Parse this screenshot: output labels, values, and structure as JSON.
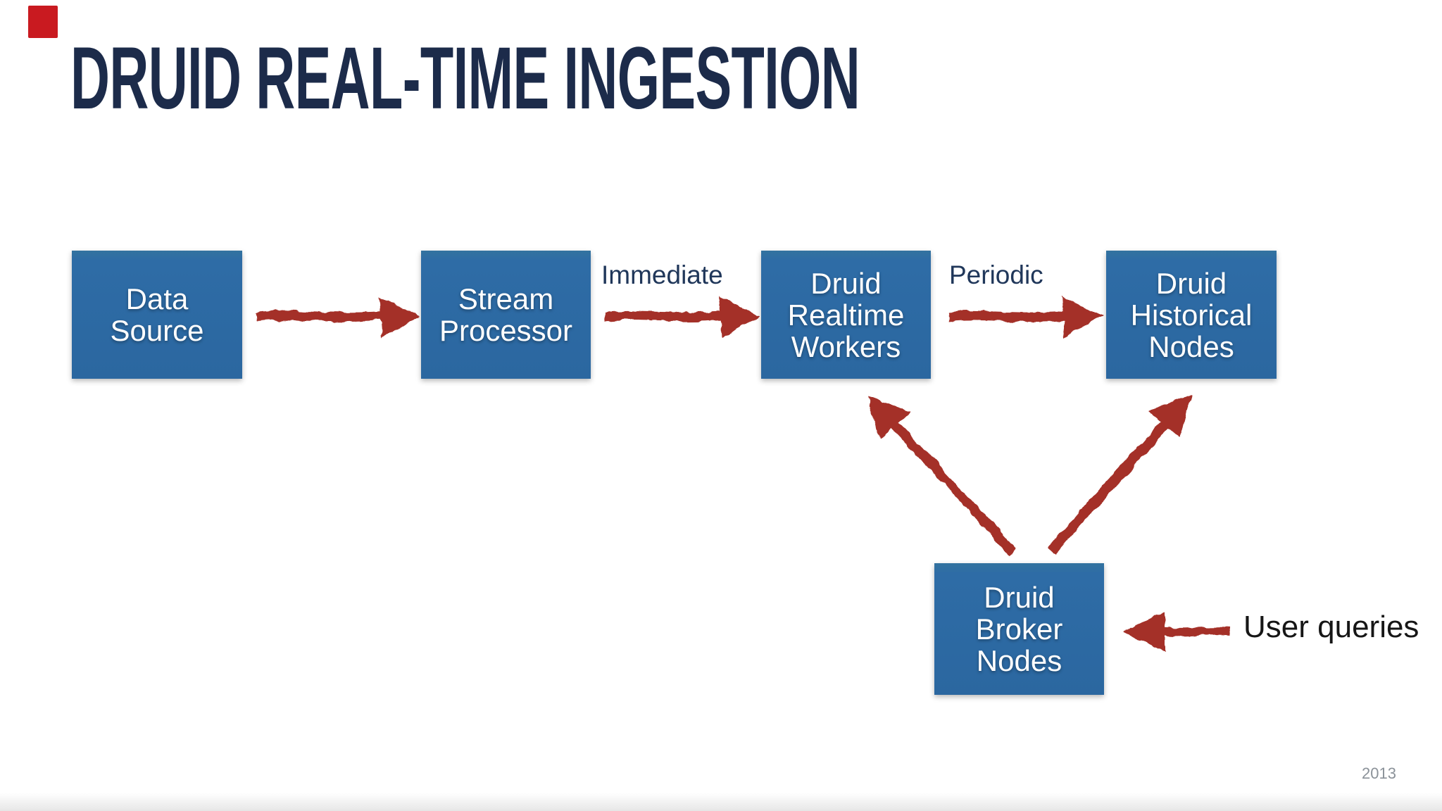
{
  "slide": {
    "title": "DRUID REAL-TIME INGESTION",
    "year": "2013",
    "palette": {
      "node_fill_blue": "#2d6ba4",
      "arrow_red": "#a22b24",
      "title_navy": "#1c2b4a",
      "edge_label_navy": "#20375a",
      "corner_mark_red": "#c91a20",
      "year_gray": "#8b9299",
      "node_text": "#ffffff",
      "background": "#ffffff"
    }
  },
  "diagram": {
    "nodes": [
      {
        "id": "data-source",
        "label": "Data\nSource"
      },
      {
        "id": "stream-processor",
        "label": "Stream\nProcessor"
      },
      {
        "id": "druid-realtime-workers",
        "label": "Druid\nRealtime\nWorkers"
      },
      {
        "id": "druid-historical-nodes",
        "label": "Druid\nHistorical\nNodes"
      },
      {
        "id": "druid-broker-nodes",
        "label": "Druid\nBroker\nNodes"
      }
    ],
    "edges": [
      {
        "from": "data-source",
        "to": "stream-processor",
        "label": ""
      },
      {
        "from": "stream-processor",
        "to": "druid-realtime-workers",
        "label": "Immediate"
      },
      {
        "from": "druid-realtime-workers",
        "to": "druid-historical-nodes",
        "label": "Periodic"
      },
      {
        "from": "druid-broker-nodes",
        "to": "druid-realtime-workers",
        "label": ""
      },
      {
        "from": "druid-broker-nodes",
        "to": "druid-historical-nodes",
        "label": ""
      },
      {
        "from": "user-queries",
        "to": "druid-broker-nodes",
        "label": "User queries"
      }
    ]
  }
}
